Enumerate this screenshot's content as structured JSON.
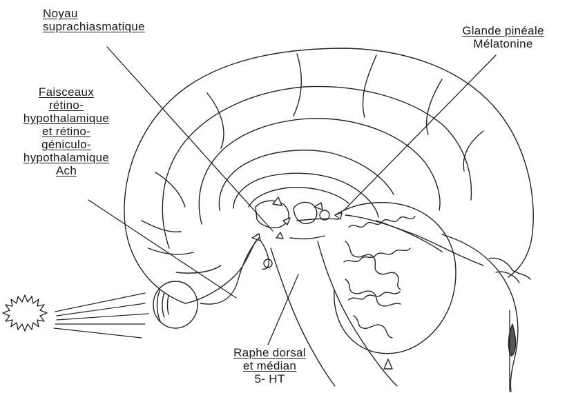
{
  "labels": {
    "noyau": [
      "Noyau",
      "suprachiasmatique"
    ],
    "glande": {
      "title": "Glande pinéale",
      "sub": "Mélatonine"
    },
    "faisceaux": [
      "Faisceaux",
      "rétino-",
      "hypothalamique",
      "et rétino-",
      "géniculo-",
      "hypothalamique"
    ],
    "ach": "Ach",
    "raphe": {
      "line1": "Raphe dorsal",
      "line2": "et médian",
      "line3": "5- HT"
    }
  }
}
